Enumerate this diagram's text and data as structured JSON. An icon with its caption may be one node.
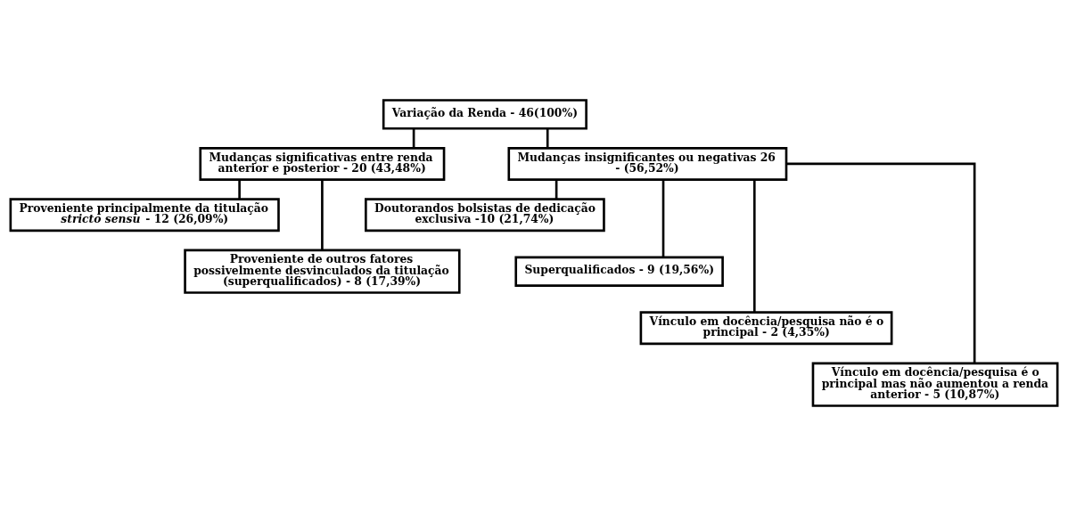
{
  "diagram": {
    "nodes": [
      {
        "text": [
          "Variação da Renda - 46(100%)"
        ]
      },
      {
        "text": [
          "Mudanças significativas entre renda anterior e posterior - 20 (43,48%)"
        ]
      },
      {
        "text": [
          "Mudanças insignificantes ou negativas 26 - (56,52%)"
        ]
      },
      {
        "text": [
          "Proveniente principalmente da titulação *stricto sensu* - 12 (26,09%)"
        ]
      },
      {
        "text": [
          "Proveniente de outros fatores possivelmente desvinculados da titulação (superqualificados) - 8 (17,39%)"
        ]
      },
      {
        "text": [
          "Doutorandos bolsistas de dedicação exclusiva -10 (21,74%)"
        ]
      },
      {
        "text": [
          "Superqualificados - 9 (19,56%)"
        ]
      },
      {
        "text": [
          "Vínculo em docência/pesquisa não é o principal - 2 (4,35%)"
        ]
      },
      {
        "text": [
          "Vínculo em docência/pesquisa é o principal mas não aumentou a renda anterior - 5 (10,87%)"
        ]
      }
    ],
    "edges": [
      {
        "from": 0,
        "to": 1,
        "arrow": "none"
      },
      {
        "from": 0,
        "to": 2,
        "arrow": "none"
      },
      {
        "from": 1,
        "to": 3,
        "arrow": "none"
      },
      {
        "from": 1,
        "to": 4,
        "arrow": "none"
      },
      {
        "from": 2,
        "to": 5,
        "arrow": "none"
      },
      {
        "from": 2,
        "to": 6,
        "arrow": "none"
      },
      {
        "from": 2,
        "to": 7,
        "arrow": "none"
      },
      {
        "from": 2,
        "to": 8,
        "arrow": "none"
      }
    ]
  }
}
